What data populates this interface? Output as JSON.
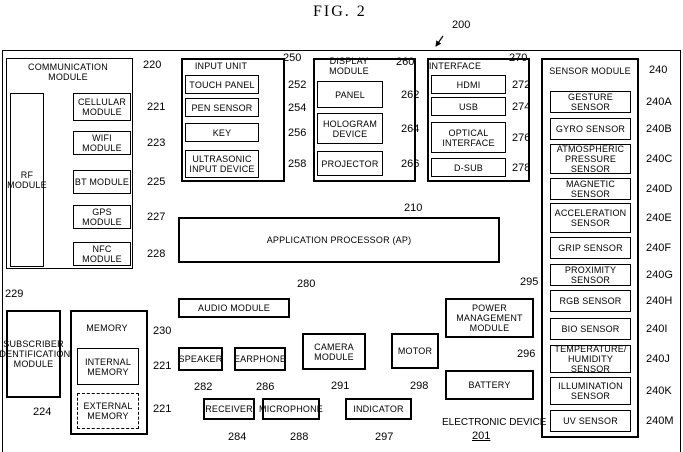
{
  "figure_title": "FIG. 2",
  "device": {
    "label": "ELECTRONIC DEVICE",
    "ref": "201",
    "outer_ref": "200"
  },
  "comm": {
    "title": "COMMUNICATION\nMODULE",
    "ref": "220",
    "rf": "RF\nMODULE",
    "rf_ref": "229",
    "items": [
      {
        "label": "CELLULAR\nMODULE",
        "ref": "221"
      },
      {
        "label": "WIFI MODULE",
        "ref": "223"
      },
      {
        "label": "BT MODULE",
        "ref": "225"
      },
      {
        "label": "GPS MODULE",
        "ref": "227"
      },
      {
        "label": "NFC MODULE",
        "ref": "228"
      }
    ]
  },
  "input": {
    "title": "INPUT UNIT",
    "ref": "250",
    "items": [
      {
        "label": "TOUCH PANEL",
        "ref": "252"
      },
      {
        "label": "PEN SENSOR",
        "ref": "254"
      },
      {
        "label": "KEY",
        "ref": "256"
      },
      {
        "label": "ULTRASONIC\nINPUT DEVICE",
        "ref": "258"
      }
    ]
  },
  "display": {
    "title": "DISPLAY MODULE",
    "ref": "260",
    "items": [
      {
        "label": "PANEL",
        "ref": "262"
      },
      {
        "label": "HOLOGRAM\nDEVICE",
        "ref": "264"
      },
      {
        "label": "PROJECTOR",
        "ref": "266"
      }
    ]
  },
  "interface": {
    "title": "INTERFACE",
    "ref": "270",
    "items": [
      {
        "label": "HDMI",
        "ref": "272"
      },
      {
        "label": "USB",
        "ref": "274"
      },
      {
        "label": "OPTICAL\nINTERFACE",
        "ref": "276"
      },
      {
        "label": "D-SUB",
        "ref": "278"
      }
    ]
  },
  "sensor": {
    "title": "SENSOR MODULE",
    "ref": "240",
    "items": [
      {
        "label": "GESTURE SENSOR",
        "ref": "240A"
      },
      {
        "label": "GYRO SENSOR",
        "ref": "240B"
      },
      {
        "label": "ATMOSPHERIC\nPRESSURE SENSOR",
        "ref": "240C"
      },
      {
        "label": "MAGNETIC SENSOR",
        "ref": "240D"
      },
      {
        "label": "ACCELERATION\nSENSOR",
        "ref": "240E"
      },
      {
        "label": "GRIP SENSOR",
        "ref": "240F"
      },
      {
        "label": "PROXIMITY SENSOR",
        "ref": "240G"
      },
      {
        "label": "RGB SENSOR",
        "ref": "240H"
      },
      {
        "label": "BIO SENSOR",
        "ref": "240I"
      },
      {
        "label": "TEMPERATURE/\nHUMIDITY SENSOR",
        "ref": "240J"
      },
      {
        "label": "ILLUMINATION\nSENSOR",
        "ref": "240K"
      },
      {
        "label": "UV SENSOR",
        "ref": "240M"
      }
    ]
  },
  "ap": {
    "label": "APPLICATION PROCESSOR (AP)",
    "ref": "210"
  },
  "sim": {
    "label": "SUBSCRIBER\nIDENTIFICATION\nMODULE",
    "ref": "224"
  },
  "memory": {
    "title": "MEMORY",
    "ref": "230",
    "internal": "INTERNAL\nMEMORY",
    "internal_ref": "221",
    "external": "EXTERNAL\nMEMORY",
    "external_ref": "221"
  },
  "audio": {
    "title": "AUDIO MODULE",
    "ref": "280",
    "speaker": {
      "label": "SPEAKER",
      "ref": "282"
    },
    "earphone": {
      "label": "EARPHONE",
      "ref": "286"
    },
    "receiver": {
      "label": "RECEIVER",
      "ref": "284"
    },
    "microphone": {
      "label": "MICROPHONE",
      "ref": "288"
    }
  },
  "camera": {
    "label": "CAMERA\nMODULE",
    "ref": "291"
  },
  "indicator": {
    "label": "INDICATOR",
    "ref": "297"
  },
  "motor": {
    "label": "MOTOR",
    "ref": "298"
  },
  "power": {
    "label": "POWER MANAGEMENT\nMODULE",
    "ref": "295"
  },
  "battery": {
    "label": "BATTERY",
    "ref": "296"
  }
}
